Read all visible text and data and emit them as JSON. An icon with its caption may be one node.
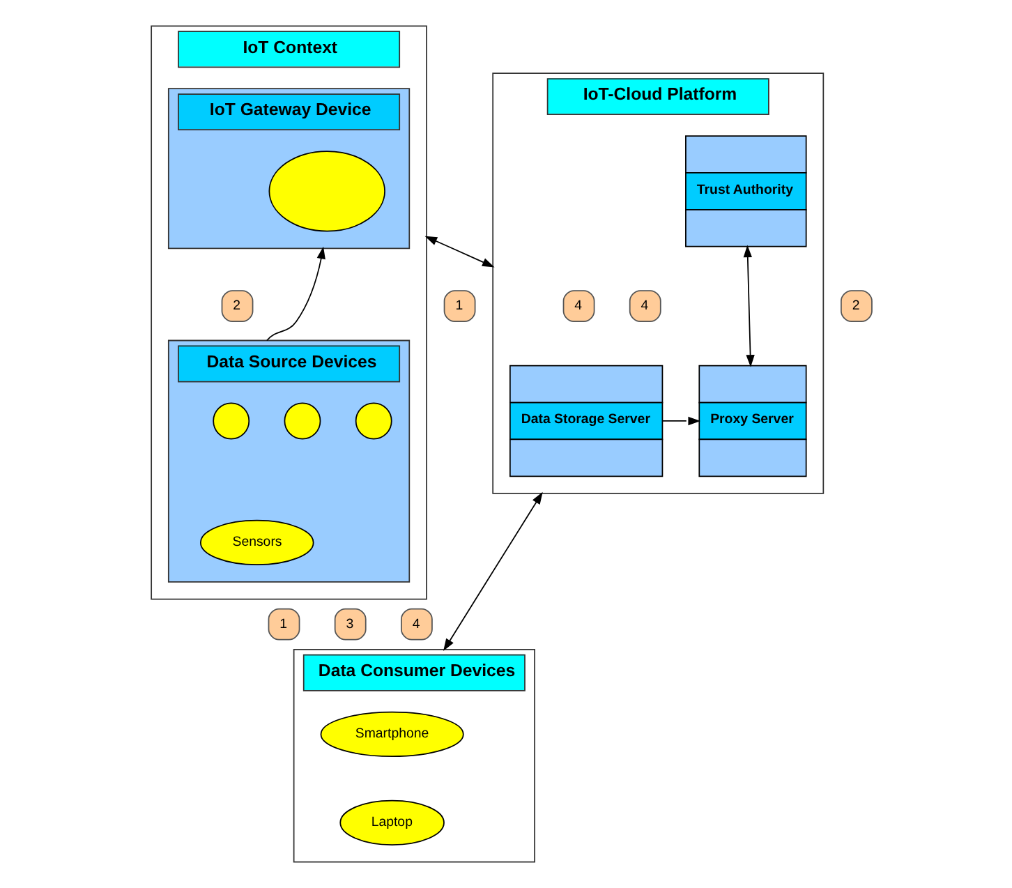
{
  "diagram": {
    "nodes": [
      {
        "text": [
          "IoT Context"
        ]
      },
      {
        "text": [
          "IoT Gateway Device"
        ],
        "in": 0
      },
      {
        "text": [],
        "shape": "ellipse",
        "in": 1
      },
      {
        "text": [
          "2"
        ],
        "in": 0
      },
      {
        "text": [
          "Data Source Devices"
        ],
        "in": 0
      },
      {
        "text": [],
        "shape": "circle",
        "in": 4
      },
      {
        "text": [],
        "shape": "circle",
        "in": 4
      },
      {
        "text": [],
        "shape": "circle",
        "in": 4
      },
      {
        "text": [
          "Sensors"
        ],
        "in": 4
      },
      {
        "text": [
          "1"
        ]
      },
      {
        "text": [
          "2"
        ]
      },
      {
        "text": [
          "IoT-Cloud Platform"
        ]
      },
      {
        "text": [
          "Trust Authority"
        ],
        "in": 11
      },
      {
        "text": [
          "4"
        ],
        "in": 11
      },
      {
        "text": [
          "4"
        ],
        "in": 11
      },
      {
        "text": [
          "Data Storage Server"
        ],
        "in": 11
      },
      {
        "text": [
          "Proxy Server"
        ],
        "in": 11
      },
      {
        "text": [
          "1"
        ]
      },
      {
        "text": [
          "3"
        ]
      },
      {
        "text": [
          "4"
        ]
      },
      {
        "text": [
          "Data Consumer Devices"
        ]
      },
      {
        "text": [
          "Smartphone"
        ],
        "in": 20
      },
      {
        "text": [
          "Laptop"
        ],
        "in": 20
      }
    ],
    "edges": [
      {
        "from": 4,
        "to": 1,
        "arrow": "to"
      },
      {
        "from": 0,
        "to": 11,
        "arrow": "both"
      },
      {
        "from": 12,
        "to": 16,
        "arrow": "both"
      },
      {
        "from": 15,
        "to": 16,
        "arrow": "to"
      },
      {
        "from": 11,
        "to": 20,
        "arrow": "both"
      }
    ]
  }
}
